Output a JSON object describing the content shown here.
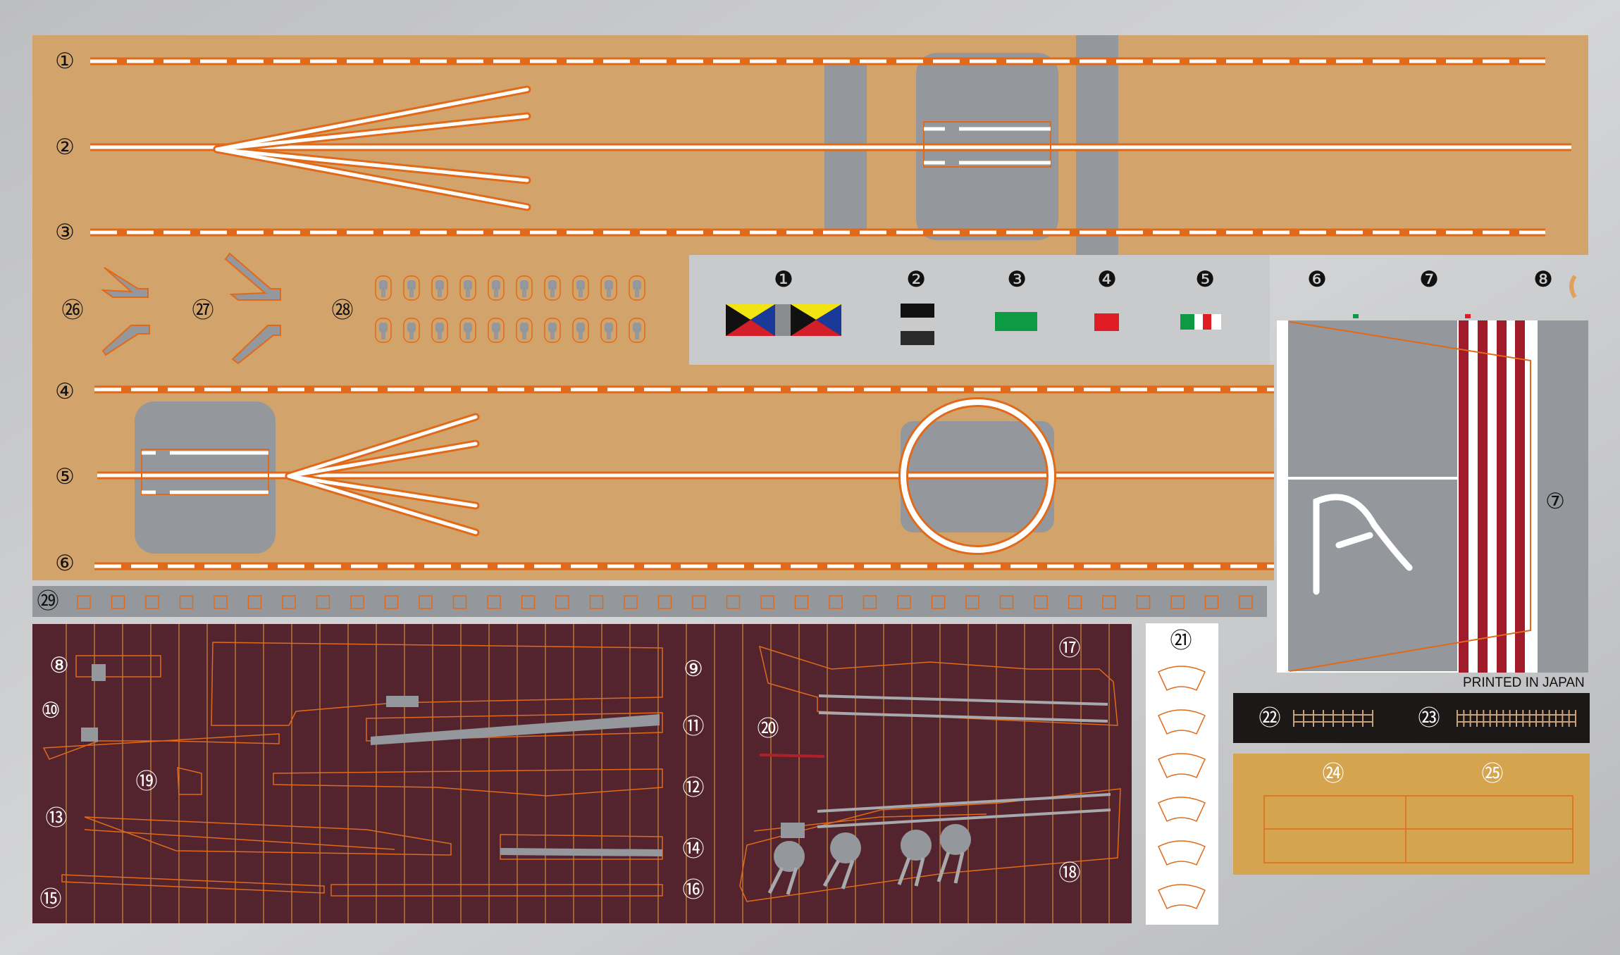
{
  "sheet": {
    "colors": {
      "background": "#c4c5c7",
      "deck": "#d2a46c",
      "panel_gray": "#c9cacc",
      "deck_gray": "#94979b",
      "maroon": "#53242e",
      "orange_line": "#e06a1a",
      "white": "#ffffff",
      "red_stripe": "#a01c2a",
      "gold": "#d4a54e",
      "black_strip": "#1c1818"
    },
    "deck_labels": [
      "①",
      "②",
      "③",
      "④",
      "⑤",
      "⑥"
    ],
    "flag_panel_labels": [
      "❶",
      "❷",
      "❸",
      "❹",
      "❺",
      "❻",
      "❼",
      "❽"
    ],
    "small_part_labels": [
      "㉖",
      "㉗",
      "㉘"
    ],
    "strip_label": "㉙",
    "maroon_labels": [
      "⑧",
      "⑨",
      "⑩",
      "⑪",
      "⑫",
      "⑬",
      "⑭",
      "⑮",
      "⑯",
      "⑰",
      "⑱",
      "⑲",
      "⑳"
    ],
    "side_label_21": "㉑",
    "label_7_large": "⑦",
    "black_strip_labels": [
      "㉒",
      "㉓"
    ],
    "gold_labels": [
      "㉔",
      "㉕"
    ],
    "printed_text": "PRINTED IN JAPAN"
  }
}
